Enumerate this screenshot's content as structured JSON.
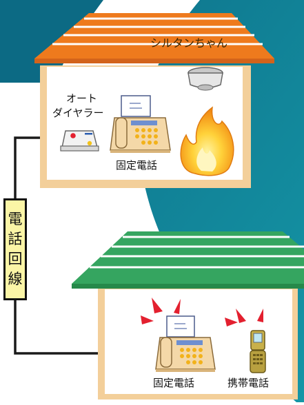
{
  "house_top": {
    "roof_label": "シルタンちゃん"
  },
  "auto_dialer": {
    "label_line1": "オート",
    "label_line2": "ダイヤラー"
  },
  "fixed_phone_top": {
    "label": "固定電話"
  },
  "phone_line": {
    "label": [
      "電",
      "話",
      "回",
      "線"
    ]
  },
  "fixed_phone_bottom": {
    "label": "固定電話"
  },
  "mobile_phone": {
    "label": "携帯電話"
  },
  "colors": {
    "teal": "#0e7f92",
    "orange_roof": "#ee7a1d",
    "green_roof": "#35a560",
    "wall": "#f3cf9a",
    "flame": "#f6a21a",
    "line_box": "#fbf5a6",
    "alert_red": "#e3202f"
  }
}
